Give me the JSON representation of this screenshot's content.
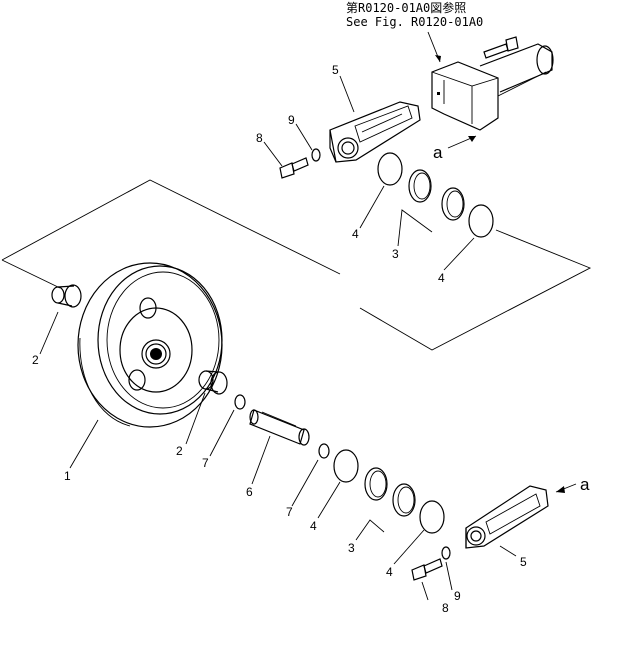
{
  "header": {
    "ref_line_1": "第R0120-01A0図参照",
    "ref_line_2": "See Fig. R0120-01A0"
  },
  "callouts": {
    "idler": "1",
    "bushing_left": "2",
    "bushing_center": "2",
    "seal_set_upper": "3",
    "seal_set_lower": "3",
    "oring_upper_left": "4",
    "oring_upper_right": "4",
    "oring_lower_left": "4",
    "oring_lower_right": "4",
    "support_upper": "5",
    "support_lower": "5",
    "shaft": "6",
    "oring_shaft_left": "7",
    "oring_shaft_right": "7",
    "bolt_upper": "8",
    "bolt_lower": "8",
    "washer_upper": "9",
    "washer_lower": "9",
    "arrow_upper": "a",
    "arrow_lower": "a"
  },
  "colors": {
    "line": "#000000",
    "background": "#ffffff"
  }
}
